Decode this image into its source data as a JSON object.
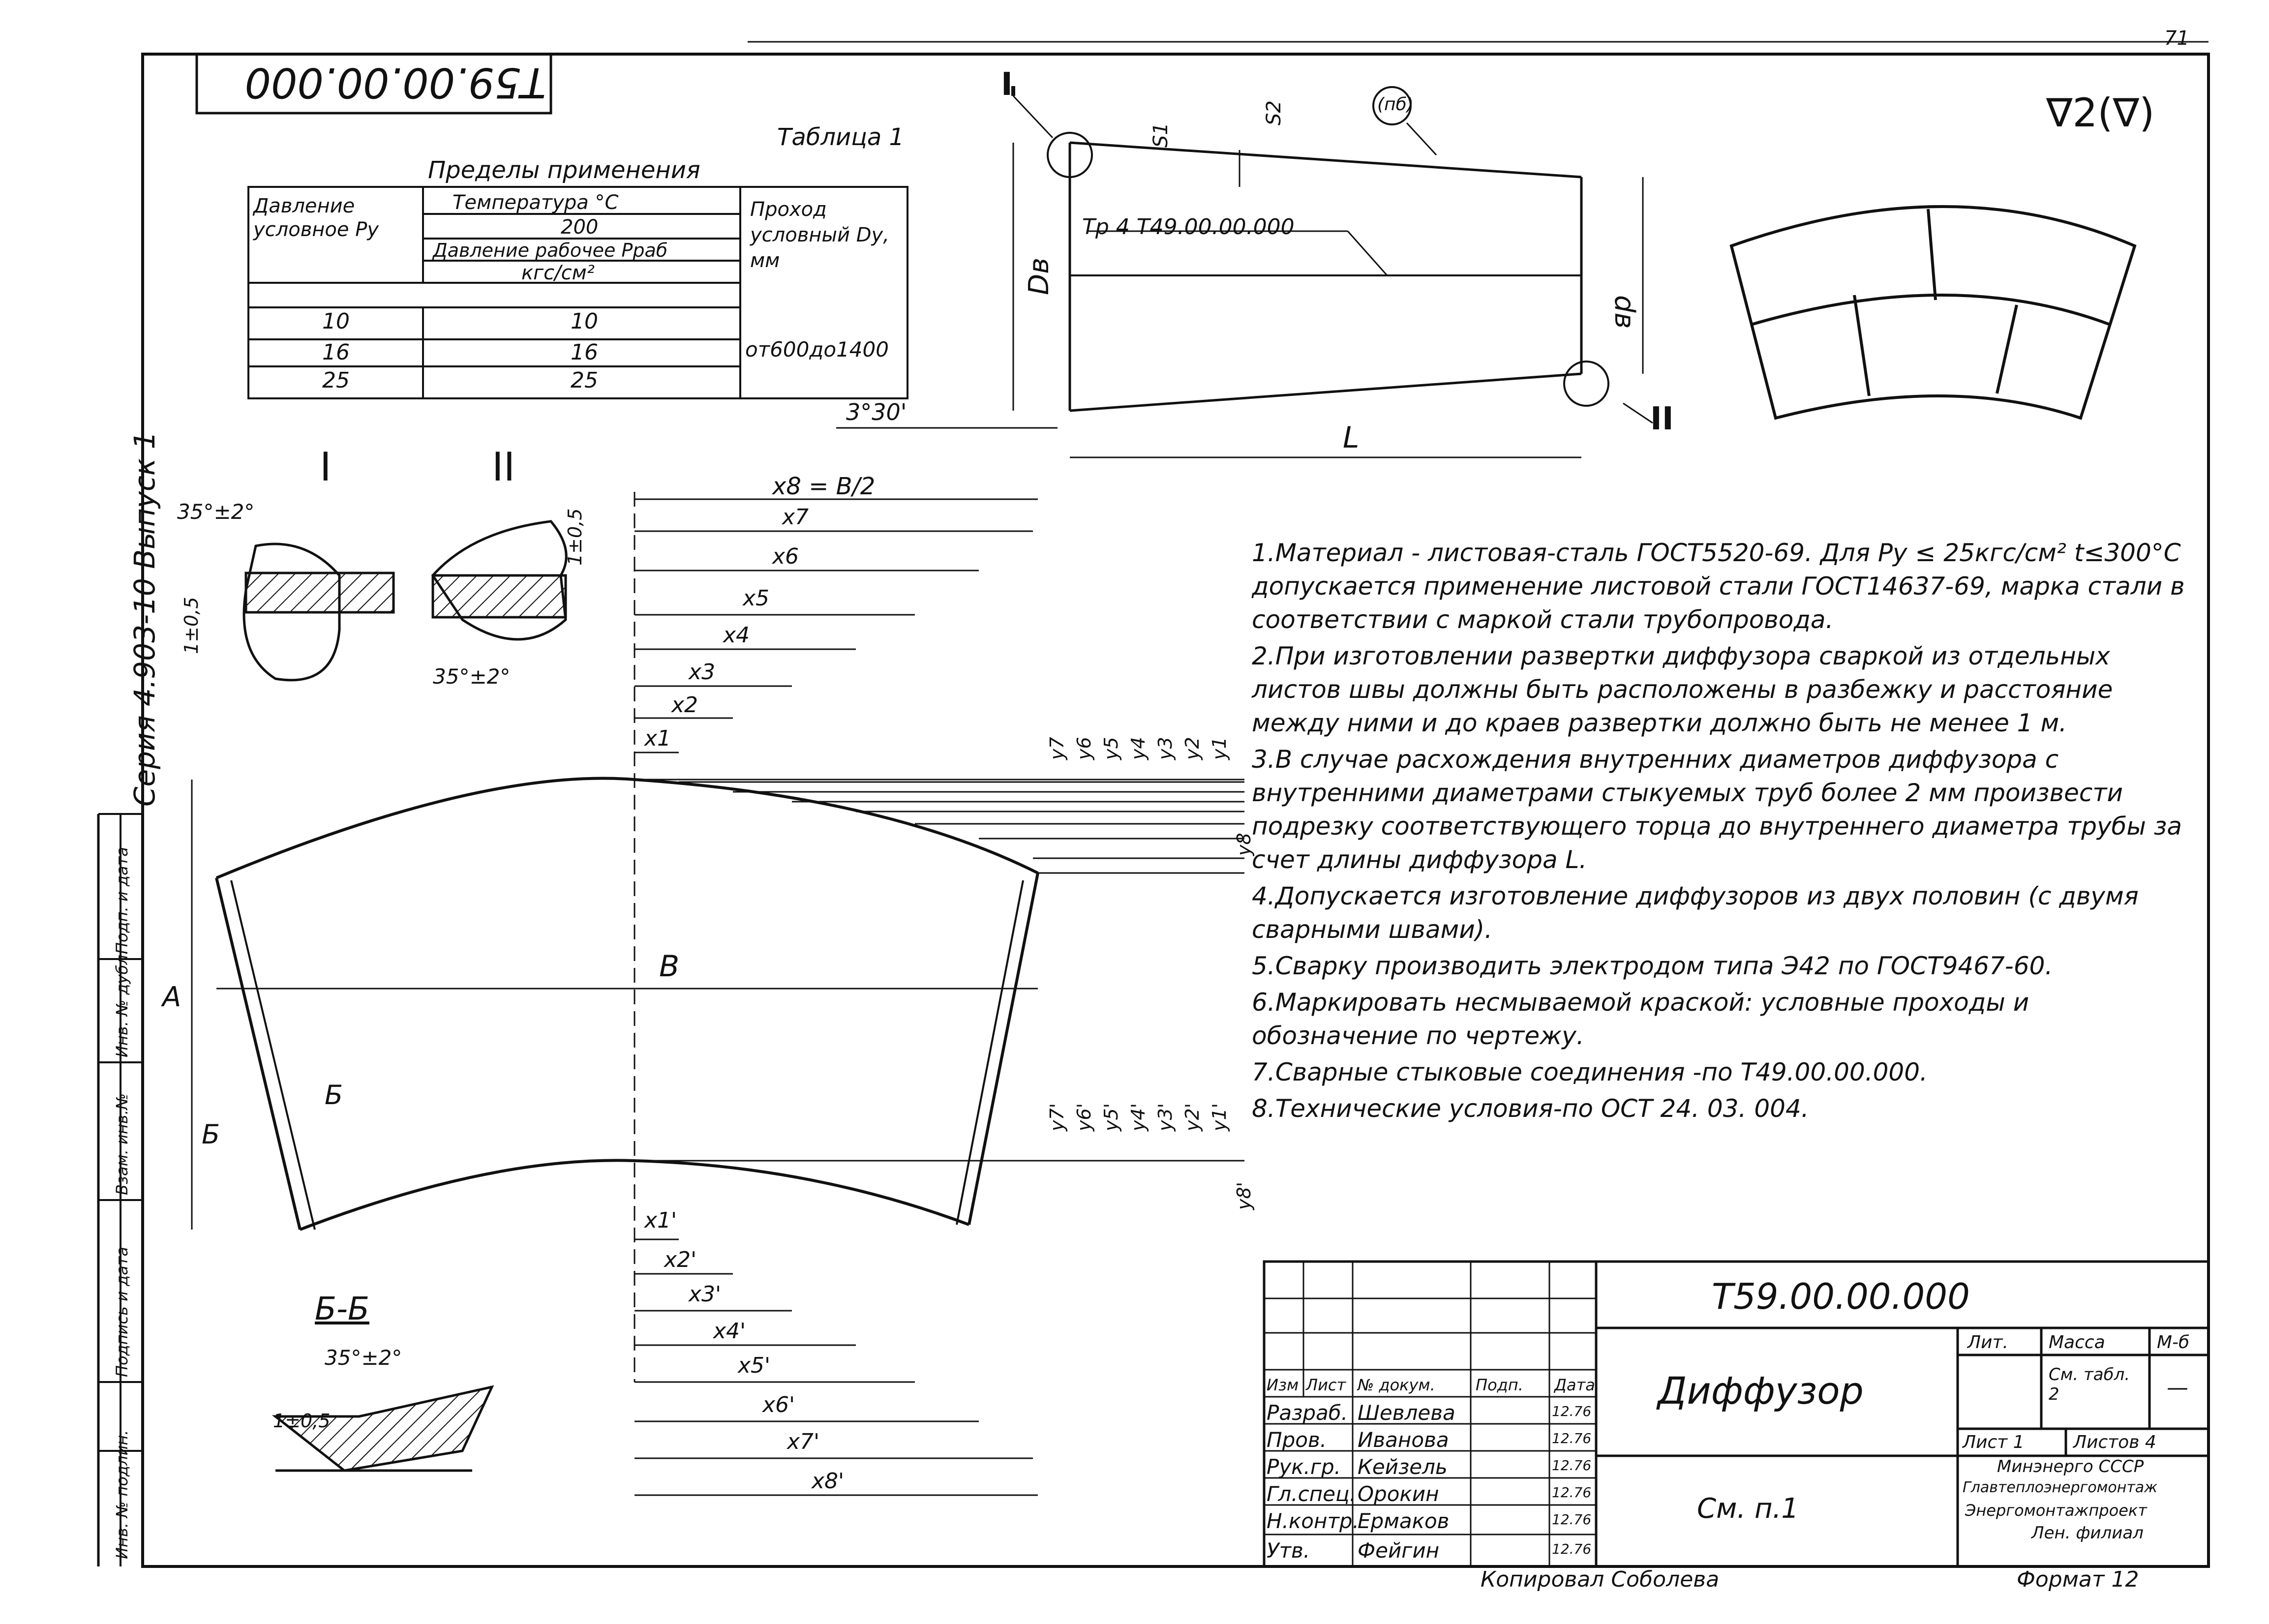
{
  "page": {
    "sheet_number": "71",
    "doc_code_top": "Т59.00.00.000",
    "roughness": "∇2(∇)",
    "series_vertical": "Серия 4.903-10 Выпуск 1",
    "left_strip": [
      "Инв. № подлин.",
      "Подпись и дата",
      "Взам. инв.№",
      "Инв. № дубл.",
      "Подп. и дата"
    ]
  },
  "table1": {
    "caption": "Таблица 1",
    "title": "Пределы применения",
    "head_pressure": "Давление условное Ру",
    "head_temp": "Температура °С",
    "head_temp_val": "200",
    "head_work_pressure": "Давление рабочее Рраб",
    "head_units": "кгс/см²",
    "head_passage": "Проход условный Dу, мм",
    "rows": [
      {
        "py": "10",
        "prab": "10"
      },
      {
        "py": "16",
        "prab": "16"
      },
      {
        "py": "25",
        "prab": "25"
      }
    ],
    "passage_value": "от600до1400"
  },
  "drawing": {
    "detail_I": "I",
    "detail_II": "II",
    "angle_label": "35°±2°",
    "gap_label": "1±0,5",
    "section_label": "Б-Б",
    "section_mark": "Б",
    "dim_Dv": "Dв",
    "dim_dv": "dв",
    "dim_L": "L",
    "dim_S1": "S1",
    "dim_S2": "S2",
    "angle_330": "3°30'",
    "weld_ref": "Тр 4 Т49.00.00.000",
    "weld_circle": "(пб)",
    "dim_A": "A",
    "dim_B": "B",
    "x_top": [
      "x1",
      "x2",
      "x3",
      "x4",
      "x5",
      "x6",
      "x7",
      "x8 = B/2"
    ],
    "y_top": [
      "y1",
      "y2",
      "y3",
      "y4",
      "y5",
      "y6",
      "y7",
      "y8"
    ],
    "x_bot": [
      "x1'",
      "x2'",
      "x3'",
      "x4'",
      "x5'",
      "x6'",
      "x7'",
      "x8'"
    ],
    "y_bot": [
      "y1'",
      "y2'",
      "y3'",
      "y4'",
      "y5'",
      "y6'",
      "y7'",
      "y8'"
    ]
  },
  "notes": [
    "1.Материал - листовая-сталь ГОСТ5520-69. Для Ру ≤ 25кгс/см² t≤300°С допускается применение листовой стали ГОСТ14637-69, марка стали в соответствии с маркой стали трубопровода.",
    "2.При изготовлении развертки диффузора сваркой из отдельных листов швы должны быть расположены в разбежку и расстояние между ними и до краев развертки должно быть не менее 1 м.",
    "3.В случае расхождения внутренних диаметров диффузора с внутренними диаметрами стыкуемых труб более 2 мм произвести подрезку соответствующего торца до внутреннего диаметра трубы за счет длины диффузора L.",
    "4.Допускается изготовление диффузоров из двух половин (с двумя сварными швами).",
    "5.Сварку производить электродом типа Э42 по ГОСТ9467-60.",
    "6.Маркировать несмываемой краской: условные проходы и обозначение по чертежу.",
    "7.Сварные стыковые соединения -по Т49.00.00.000.",
    "8.Технические условия-по ОСТ 24. 03. 004."
  ],
  "stamp": {
    "code": "Т59.00.00.000",
    "name": "Диффузор",
    "material": "См. п.1",
    "col_heads": [
      "Изм",
      "Лист",
      "№ докум.",
      "Подп.",
      "Дата"
    ],
    "people": [
      {
        "role": "Разраб.",
        "name": "Шевлева",
        "date": "12.76"
      },
      {
        "role": "Пров.",
        "name": "Иванова",
        "date": "12.76"
      },
      {
        "role": "Рук.гр.",
        "name": "Кейзель",
        "date": "12.76"
      },
      {
        "role": "Гл.спец.",
        "name": "Орокин",
        "date": "12.76"
      },
      {
        "role": "Н.контр.",
        "name": "Ермаков",
        "date": "12.76"
      },
      {
        "role": "Утв.",
        "name": "Фейгин",
        "date": "12.76"
      }
    ],
    "lit_head": "Лит.",
    "mass_head": "Масса",
    "scale_head": "М-б",
    "mass_value": "См. табл. 2",
    "scale_value": "—",
    "sheet": "Лист 1",
    "sheets": "Листов 4",
    "org": [
      "Минэнерго СССР",
      "Главтеплоэнергомонтаж",
      "Энергомонтажпроект",
      "Лен. филиал"
    ],
    "copied": "Копировал Соболева",
    "format": "Формат 12"
  }
}
